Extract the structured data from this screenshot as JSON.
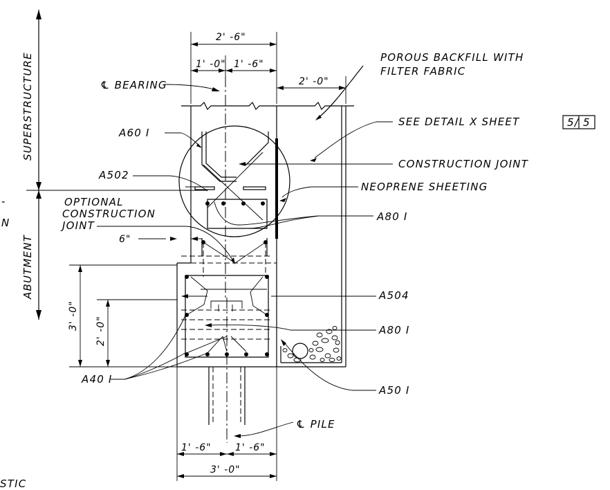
{
  "labels": {
    "superstructure": "SUPERSTRUCTURE",
    "abutment": "ABUTMENT",
    "cl_bearing": "℄ BEARING",
    "cl_pile": "℄ PILE",
    "porous_backfill_1": "POROUS BACKFILL WITH",
    "porous_backfill_2": "FILTER FABRIC",
    "see_detail": "SEE DETAIL X SHEET",
    "sheet_ref": "5/ 5",
    "construction_joint": "CONSTRUCTION JOINT",
    "neoprene_sheeting": "NEOPRENE SHEETING",
    "optional_cj_1": "OPTIONAL",
    "optional_cj_2": "CONSTRUCTION",
    "optional_cj_3": "JOINT",
    "a601": "A60 I",
    "a502": "A502",
    "a801_top": "A80 I",
    "a504": "A504",
    "a801_mid": "A80 I",
    "a401": "A40 I",
    "a501": "A50 I",
    "edge_fragment_1": "-",
    "edge_fragment_2": "N",
    "edge_fragment_bottom": "STIC"
  },
  "dims": {
    "top_total": "2' -6\"",
    "top_left": "1' -0\"",
    "top_right": "1' -6\"",
    "backfill_width": "2' -0\"",
    "step": "6\"",
    "height_outer": "3' -0\"",
    "height_inner": "2' -0\"",
    "bottom_left": "1' -6\"",
    "bottom_right": "1' -6\"",
    "bottom_total": "3' -0\""
  }
}
